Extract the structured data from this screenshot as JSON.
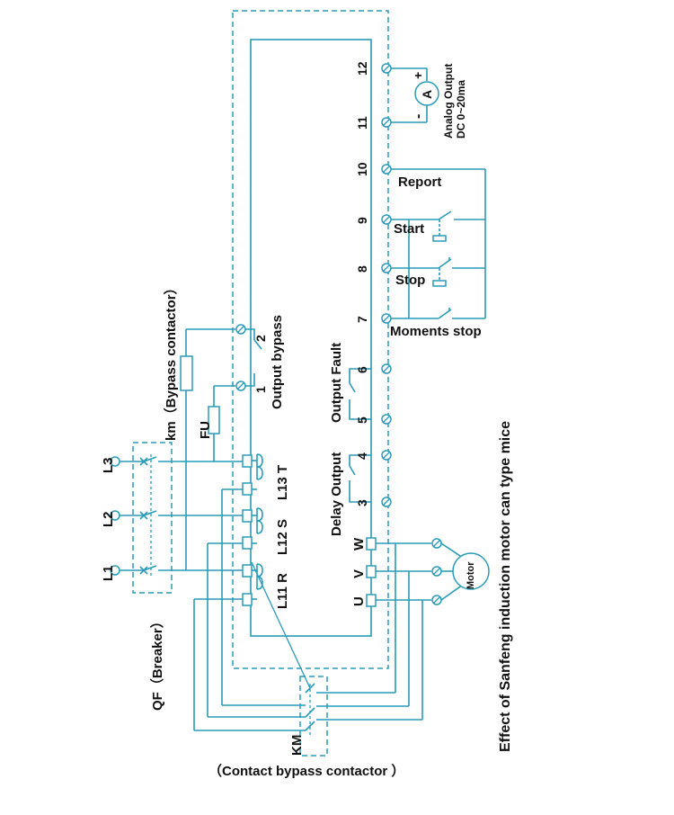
{
  "title": "Effect of Sanfeng induction motor can type mice",
  "bypass_contactor_label": "km（Bypass contactor）",
  "breaker_label": "QF（Breaker）",
  "contact_bypass_label": "（Contact bypass contactor ）",
  "fuse_label": "FU",
  "km_label": "KM",
  "output_bypass_label": "Output bypass",
  "analog_output_label": "Analog Output",
  "analog_range_label": "DC 0~20ma",
  "meter_label": "A",
  "plus_sign": "+",
  "minus_sign": "-",
  "report_label": "Report",
  "start_label": "Start",
  "stop_label": "Stop",
  "moments_stop_label": "Moments stop",
  "output_fault_label": "Output Fault",
  "delay_output_label": "Delay Output",
  "motor_label": "Motor",
  "line_inputs": [
    "L1",
    "L2",
    "L3"
  ],
  "input_terminals": [
    "L11 R",
    "L12 S",
    "L13 T"
  ],
  "output_terminals": [
    "U",
    "V",
    "W"
  ],
  "bypass_terminals": [
    "1",
    "2"
  ],
  "control_terminals": [
    "3",
    "4",
    "5",
    "6",
    "7",
    "8",
    "9",
    "10",
    "11",
    "12"
  ],
  "colors": {
    "wire": "#2a9bb8",
    "text": "#111111",
    "background": "#ffffff"
  }
}
